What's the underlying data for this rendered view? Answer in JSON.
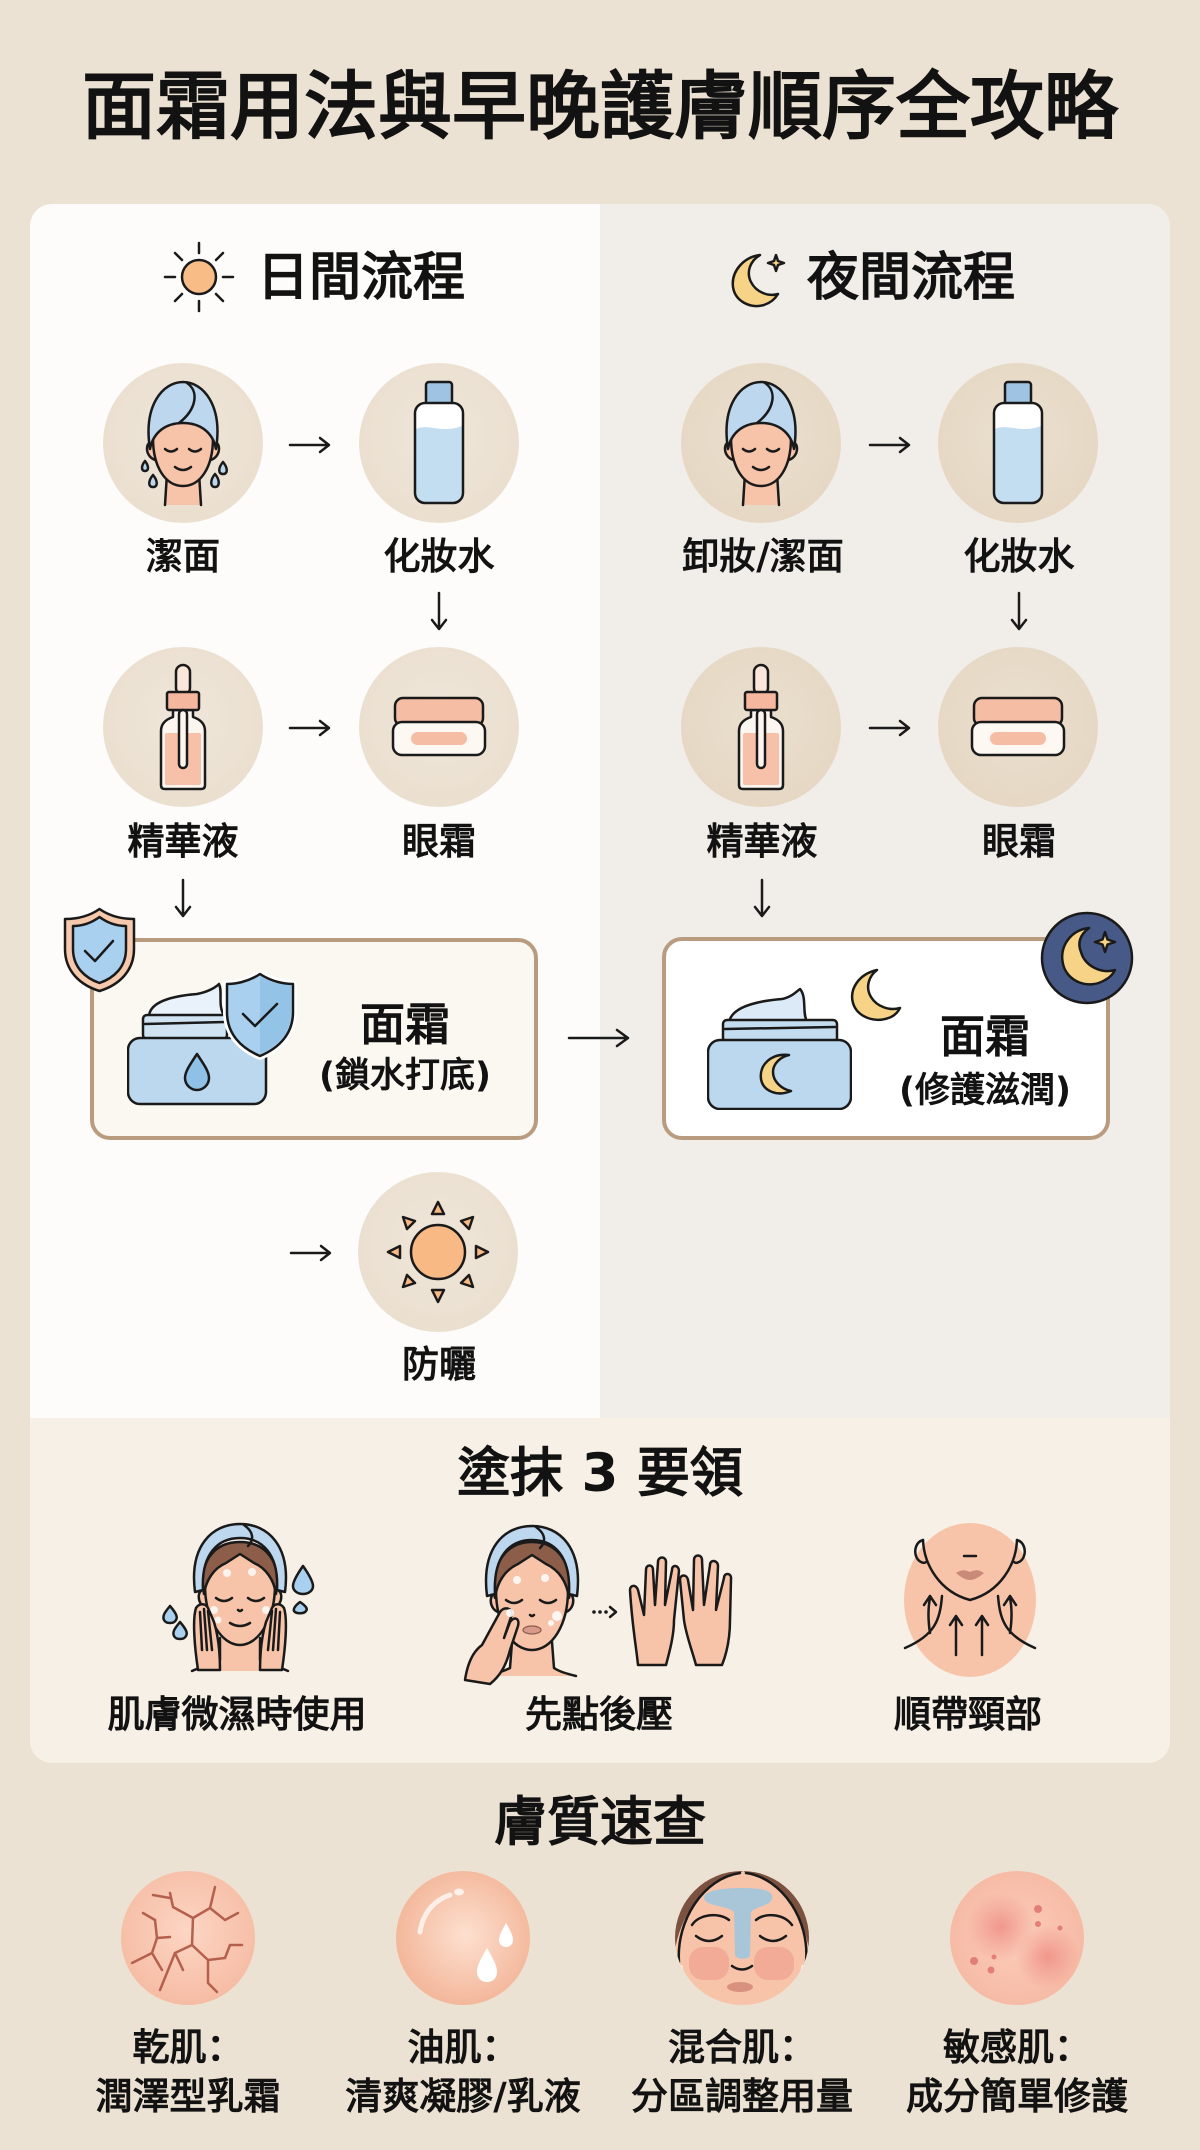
{
  "page": {
    "title": "面霜用法與早晚護膚順序全攻略"
  },
  "day_routine": {
    "heading": "日間流程",
    "heading_icon": "sun-icon",
    "steps": [
      {
        "label": "潔面",
        "icon": "face-cleansing-icon"
      },
      {
        "label": "化妝水",
        "icon": "toner-bottle-icon"
      },
      {
        "label": "精華液",
        "icon": "serum-dropper-icon"
      },
      {
        "label": "眼霜",
        "icon": "eye-cream-jar-icon"
      }
    ],
    "cream_card": {
      "title": "面霜",
      "subtitle": "(鎖水打底)",
      "icon": "cream-jar-shield-icon",
      "badge_icon": "shield-check-icon"
    },
    "final_step": {
      "label": "防曬",
      "icon": "sunscreen-sun-icon"
    }
  },
  "night_routine": {
    "heading": "夜間流程",
    "heading_icon": "moon-star-icon",
    "steps": [
      {
        "label": "卸妝/潔面",
        "icon": "face-cleansing-icon"
      },
      {
        "label": "化妝水",
        "icon": "toner-bottle-icon"
      },
      {
        "label": "精華液",
        "icon": "serum-dropper-icon"
      },
      {
        "label": "眼霜",
        "icon": "eye-cream-jar-icon"
      }
    ],
    "cream_card": {
      "title": "面霜",
      "subtitle": "(修護滋潤)",
      "icon": "cream-jar-moon-icon",
      "badge_icon": "moon-badge-icon"
    }
  },
  "flow_arrows": {
    "right": "arrow-right-icon",
    "down": "arrow-down-icon"
  },
  "application_tips": {
    "heading": "塗抹 3 要領",
    "items": [
      {
        "label": "肌膚微濕時使用",
        "icon": "damp-skin-face-icon"
      },
      {
        "label": "先點後壓",
        "icon": "dot-then-press-icon"
      },
      {
        "label": "順帶頸部",
        "icon": "neck-upward-strokes-icon"
      }
    ]
  },
  "skin_types": {
    "heading": "膚質速查",
    "items": [
      {
        "type": "乾肌：",
        "advice": "潤澤型乳霜",
        "icon": "dry-skin-icon"
      },
      {
        "type": "油肌：",
        "advice": "清爽凝膠/乳液",
        "icon": "oily-skin-icon"
      },
      {
        "type": "混合肌：",
        "advice": "分區調整用量",
        "icon": "combination-skin-face-icon"
      },
      {
        "type": "敏感肌：",
        "advice": "成分簡單修護",
        "icon": "sensitive-skin-icon"
      }
    ]
  },
  "colors": {
    "page_background": "#ece2d3",
    "day_panel": "#fdfcfa",
    "night_panel": "#f1eee9",
    "tips_panel": "#f7f0e6",
    "card_border": "#b99c80",
    "skin": "#f7c4aa",
    "water_blue": "#bcd7ee",
    "sun_orange": "#f9bd85",
    "moon_yellow": "#f6d386",
    "night_badge": "#475a87"
  }
}
